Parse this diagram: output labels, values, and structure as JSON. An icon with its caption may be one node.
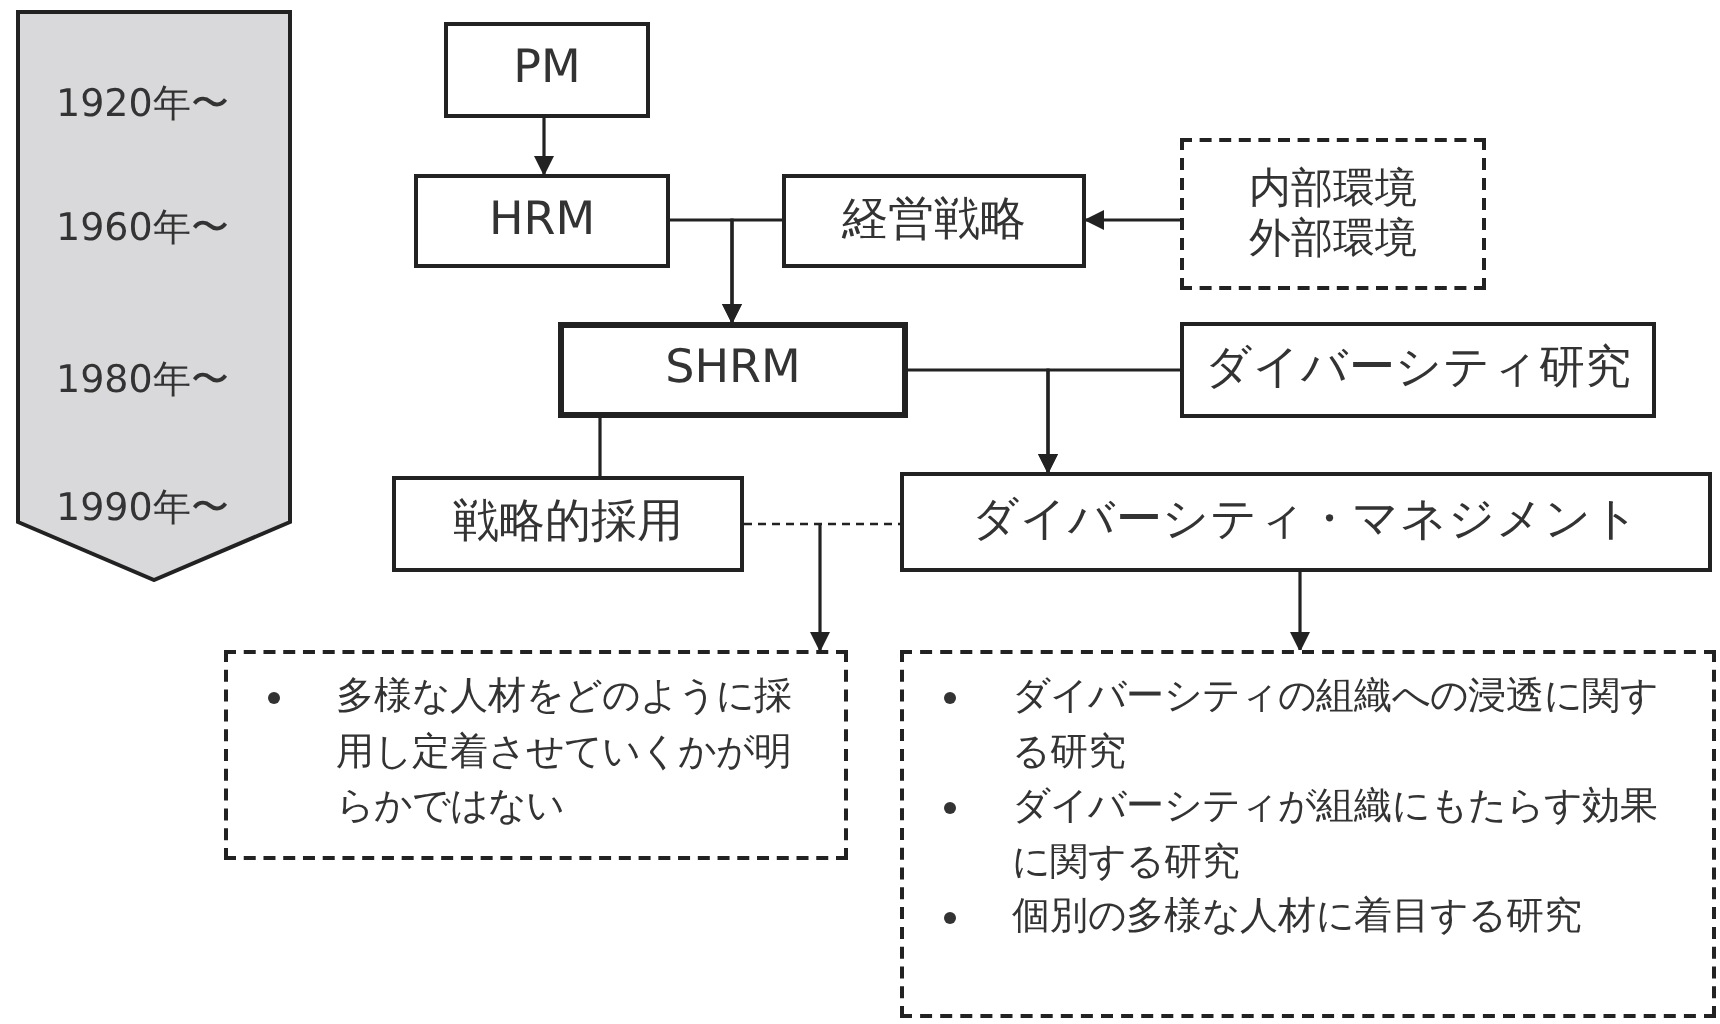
{
  "diagram": {
    "nodes": [
      {
        "text": [
          "1920年〜",
          "1960年〜",
          "1980年〜",
          "1990年〜"
        ]
      },
      {
        "text": [
          "PM"
        ]
      },
      {
        "text": [
          "HRM"
        ]
      },
      {
        "text": [
          "経営戦略"
        ]
      },
      {
        "text": [
          "内部環境",
          "外部環境"
        ]
      },
      {
        "text": [
          "SHRM"
        ]
      },
      {
        "text": [
          "ダイバーシティ研究"
        ]
      },
      {
        "text": [
          "戦略的採用"
        ]
      },
      {
        "text": [
          "ダイバーシティ・マネジメント"
        ]
      },
      {
        "text": [
          "多様な人材をどのように採用し定着させていくかが明らかではない"
        ]
      },
      {
        "text": [
          "ダイバーシティの組織への浸透に関する研究",
          "ダイバーシティが組織にもたらす効果に関する研究",
          "個別の多様な人材に着目する研究"
        ]
      }
    ],
    "edges": [
      {
        "from": 1,
        "to": 2,
        "arrow": "to"
      },
      {
        "from": 2,
        "to": 5,
        "arrow": "to"
      },
      {
        "from": 3,
        "to": 5,
        "arrow": "to"
      },
      {
        "from": 4,
        "to": 3,
        "arrow": "to"
      },
      {
        "from": 5,
        "to": 8,
        "arrow": "to"
      },
      {
        "from": 6,
        "to": 8,
        "arrow": "to"
      },
      {
        "from": 5,
        "to": 7,
        "arrow": "none"
      },
      {
        "from": 7,
        "to": 8,
        "arrow": "none",
        "style": "dashed"
      },
      {
        "from": null,
        "to": 9,
        "arrow": "to"
      },
      {
        "from": 8,
        "to": 10,
        "arrow": "to"
      }
    ]
  }
}
